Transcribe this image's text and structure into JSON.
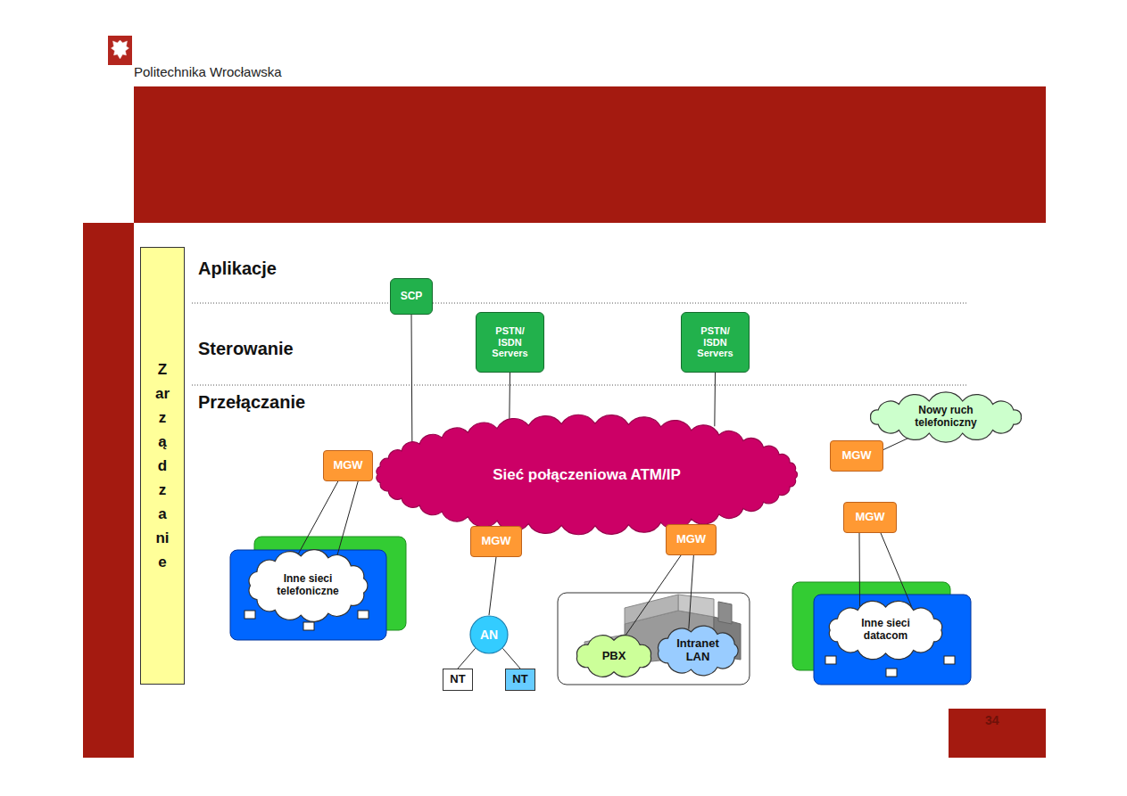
{
  "diagram": {
    "nodes": [
      {
        "text": [
          "Zarządzanie"
        ]
      },
      {
        "text": [
          "SCP"
        ]
      },
      {
        "text": [
          "PSTN/ ISDN Servers"
        ]
      },
      {
        "text": [
          "PSTN/ ISDN Servers"
        ]
      },
      {
        "text": [
          "Nowy ruch telefoniczny"
        ]
      },
      {
        "text": [
          "Sieć połączeniowa ATM/IP"
        ]
      },
      {
        "text": [
          "MGW"
        ]
      },
      {
        "text": [
          "MGW"
        ]
      },
      {
        "text": [
          "MGW"
        ]
      },
      {
        "text": [
          "MGW"
        ]
      },
      {
        "text": [
          "MGW"
        ]
      },
      {
        "text": [
          "Inne sieci telefoniczne"
        ]
      },
      {
        "text": [
          "AN"
        ]
      },
      {
        "text": [
          "NT"
        ]
      },
      {
        "text": [
          "NT"
        ]
      },
      {
        "text": [
          "PBX"
        ]
      },
      {
        "text": [
          "Intranet LAN"
        ]
      },
      {
        "text": [
          "Inne sieci datacom"
        ]
      }
    ],
    "edges": [
      {
        "from": 1,
        "to": 5,
        "arrow": "none"
      },
      {
        "from": 2,
        "to": 5,
        "arrow": "none"
      },
      {
        "from": 3,
        "to": 5,
        "arrow": "none"
      },
      {
        "from": 6,
        "to": 4,
        "arrow": "none"
      },
      {
        "from": 7,
        "to": 11,
        "arrow": "none"
      },
      {
        "from": 7,
        "to": 11,
        "arrow": "none"
      },
      {
        "from": 9,
        "to": 12,
        "arrow": "none"
      },
      {
        "from": 12,
        "to": 13,
        "arrow": "none"
      },
      {
        "from": 12,
        "to": 14,
        "arrow": "none"
      },
      {
        "from": 10,
        "to": 15,
        "arrow": "none"
      },
      {
        "from": 10,
        "to": 16,
        "arrow": "none"
      },
      {
        "from": 8,
        "to": 17,
        "arrow": "none"
      },
      {
        "from": 8,
        "to": 17,
        "arrow": "none"
      }
    ],
    "labels": [
      "Politechnika Wrocławska",
      "Aplikacje",
      "Sterowanie",
      "Przełączanie",
      "34"
    ]
  }
}
